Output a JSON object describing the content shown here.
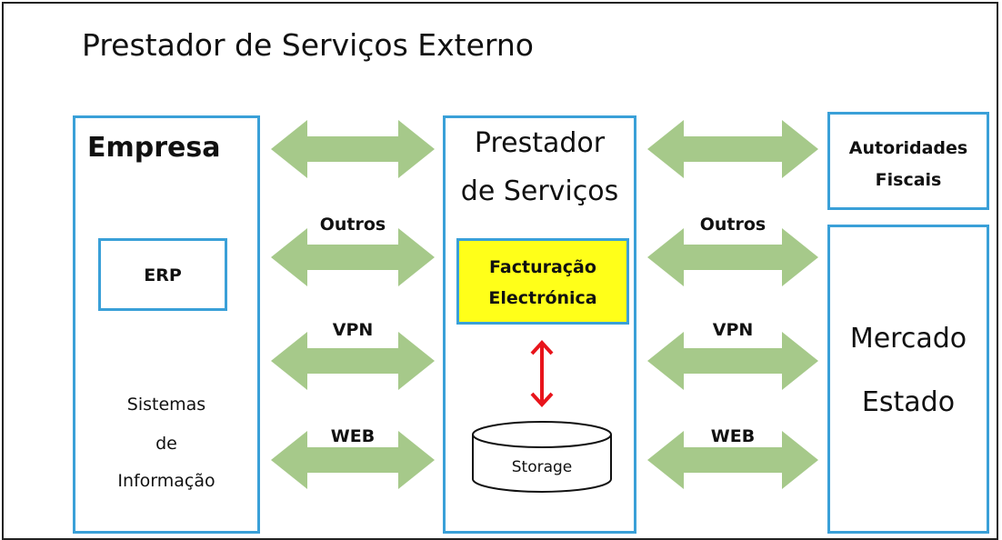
{
  "title": "Prestador de Serviços Externo",
  "empresa": {
    "title": "Empresa",
    "erp": "ERP",
    "sistemas": [
      "Sistemas",
      "de",
      "Informação"
    ]
  },
  "prestador": {
    "title_lines": [
      "Prestador",
      "de Serviços"
    ],
    "facturacao_lines": [
      "Facturação",
      "Electrónica"
    ],
    "storage": "Storage"
  },
  "autoridades": {
    "lines": [
      "Autoridades",
      "Fiscais"
    ]
  },
  "mercado": {
    "lines": [
      "Mercado",
      "Estado"
    ]
  },
  "connections": {
    "left": [
      "Outros",
      "VPN",
      "WEB"
    ],
    "right": [
      "Outros",
      "VPN",
      "WEB"
    ]
  },
  "colors": {
    "border": "#3aa0d8",
    "arrow": "#a6c98a",
    "highlight": "#ffff19",
    "internal_arrow": "#e8141b"
  }
}
